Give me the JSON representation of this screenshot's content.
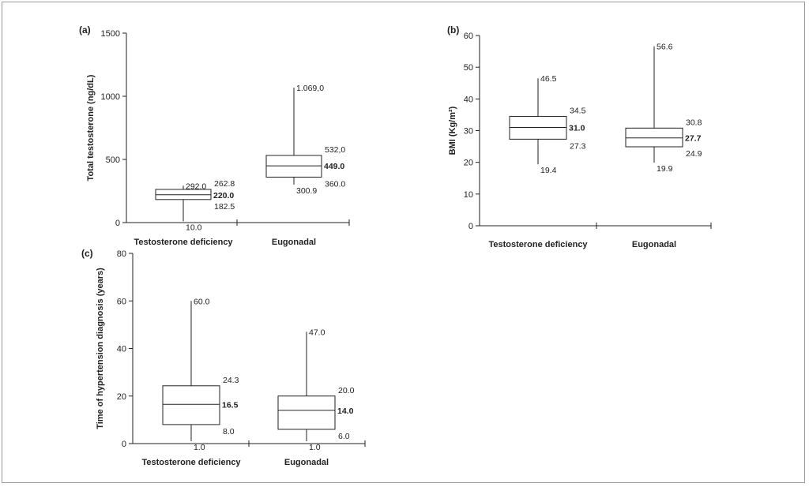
{
  "chart_data": [
    {
      "type": "box",
      "panel_label": "(a)",
      "ylabel": "Total testosterone (ng/dL)",
      "ylim": [
        0,
        1500
      ],
      "yticks": [
        "0",
        "500",
        "1000",
        "1500"
      ],
      "categories": [
        "Testosterone deficiency",
        "Eugonadal"
      ],
      "boxes": [
        {
          "category": "Testosterone deficiency",
          "min": 10.0,
          "q1": 182.5,
          "median": 220.0,
          "q3": 262.8,
          "max": 292.0,
          "labels": {
            "min": "10.0",
            "q1": "182.5",
            "median": "220.0",
            "q3": "262.8",
            "max": "292.0"
          }
        },
        {
          "category": "Eugonadal",
          "min": 300.9,
          "q1": 360.0,
          "median": 449.0,
          "q3": 532.0,
          "max": 1069.0,
          "labels": {
            "min": "300.9",
            "q1": "360.0",
            "median": "449.0",
            "q3": "532,0",
            "max": "1.069,0"
          }
        }
      ]
    },
    {
      "type": "box",
      "panel_label": "(b)",
      "ylabel": "BMI (Kg/m²)",
      "ylim": [
        0,
        60
      ],
      "yticks": [
        "0",
        "10",
        "20",
        "30",
        "40",
        "50",
        "60"
      ],
      "categories": [
        "Testosterone deficiency",
        "Eugonadal"
      ],
      "boxes": [
        {
          "category": "Testosterone deficiency",
          "min": 19.4,
          "q1": 27.3,
          "median": 31.0,
          "q3": 34.5,
          "max": 46.5,
          "labels": {
            "min": "19.4",
            "q1": "27.3",
            "median": "31.0",
            "q3": "34.5",
            "max": "46.5"
          }
        },
        {
          "category": "Eugonadal",
          "min": 19.9,
          "q1": 24.9,
          "median": 27.7,
          "q3": 30.8,
          "max": 56.6,
          "labels": {
            "min": "19.9",
            "q1": "24.9",
            "median": "27.7",
            "q3": "30.8",
            "max": "56.6"
          }
        }
      ]
    },
    {
      "type": "box",
      "panel_label": "(c)",
      "ylabel": "Time of hypertension diagnosis (years)",
      "ylim": [
        0,
        80
      ],
      "yticks": [
        "0",
        "20",
        "40",
        "60",
        "80"
      ],
      "categories": [
        "Testosterone deficiency",
        "Eugonadal"
      ],
      "boxes": [
        {
          "category": "Testosterone deficiency",
          "min": 1.0,
          "q1": 8.0,
          "median": 16.5,
          "q3": 24.3,
          "max": 60.0,
          "labels": {
            "min": "1.0",
            "q1": "8.0",
            "median": "16.5",
            "q3": "24.3",
            "max": "60.0"
          }
        },
        {
          "category": "Eugonadal",
          "min": 1.0,
          "q1": 6.0,
          "median": 14.0,
          "q3": 20.0,
          "max": 47.0,
          "labels": {
            "min": "1.0",
            "q1": "6.0",
            "median": "14.0",
            "q3": "20.0",
            "max": "47.0"
          }
        }
      ]
    }
  ]
}
